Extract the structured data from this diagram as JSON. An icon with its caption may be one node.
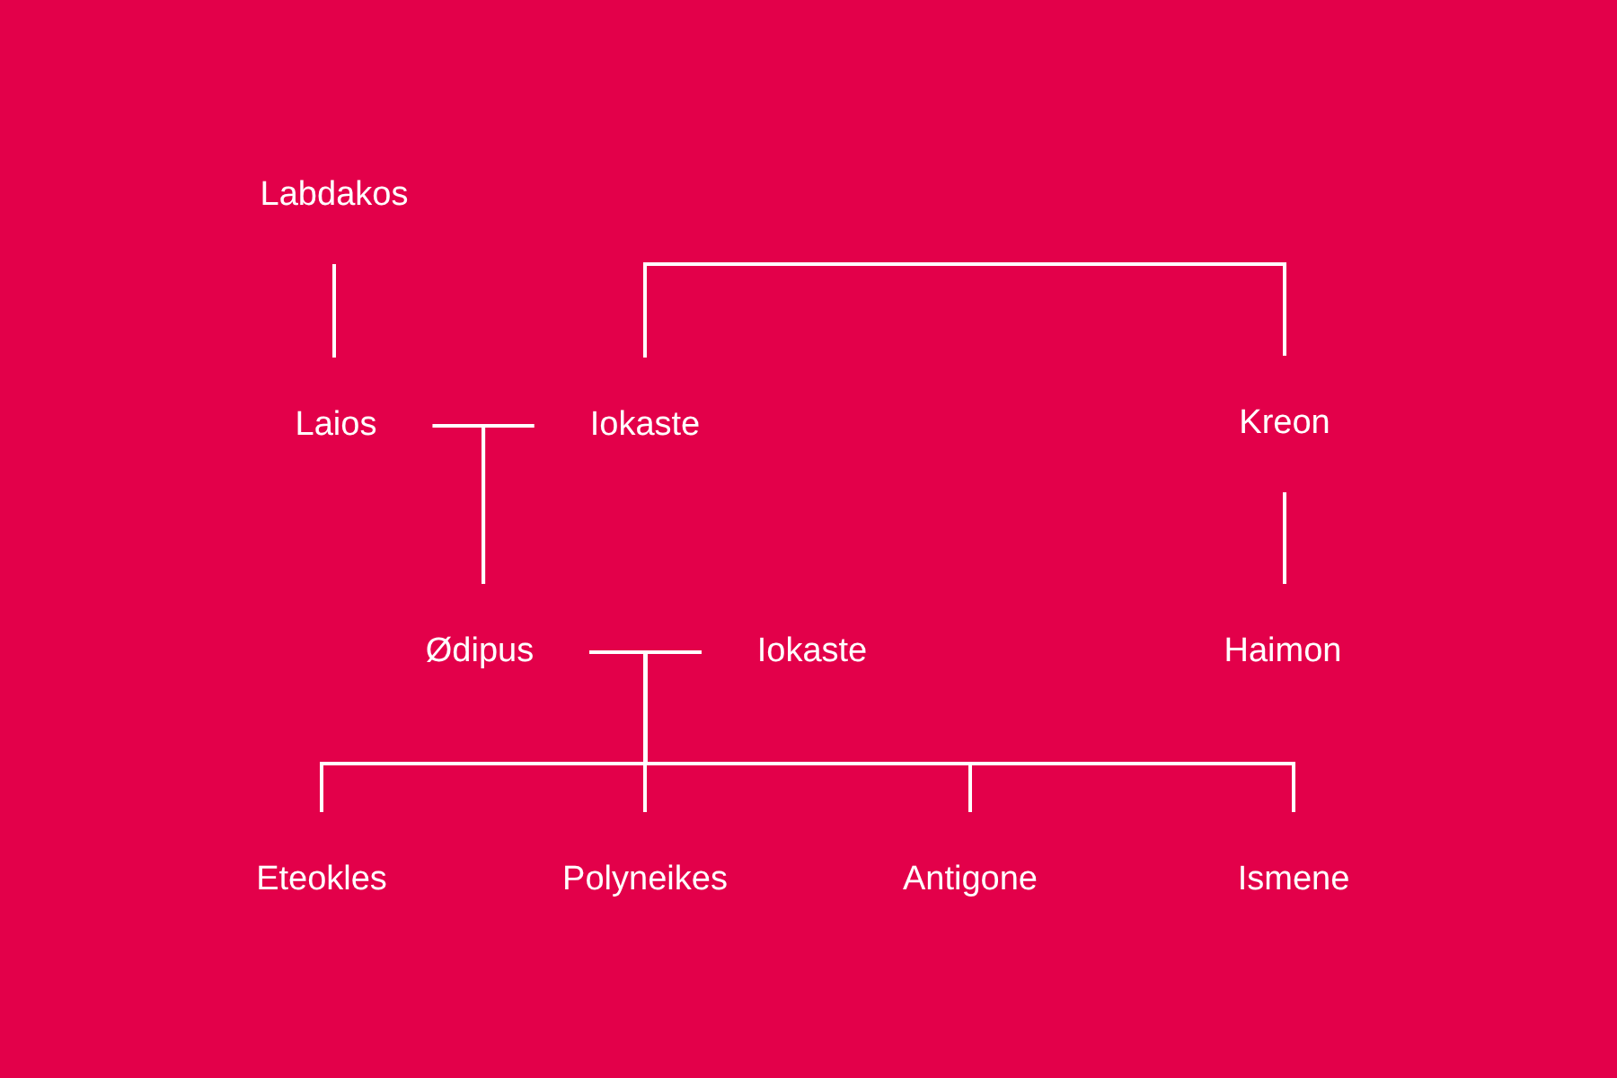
{
  "diagram": {
    "nodes": [
      {
        "text": [
          "Labdakos"
        ]
      },
      {
        "text": [
          "Laios"
        ]
      },
      {
        "text": [
          "Iokaste"
        ]
      },
      {
        "text": [
          "Kreon"
        ]
      },
      {
        "text": [
          "Ødipus"
        ]
      },
      {
        "text": [
          "Iokaste"
        ]
      },
      {
        "text": [
          "Haimon"
        ]
      },
      {
        "text": [
          "Eteokles"
        ]
      },
      {
        "text": [
          "Polyneikes"
        ]
      },
      {
        "text": [
          "Antigone"
        ]
      },
      {
        "text": [
          "Ismene"
        ]
      }
    ],
    "edges": [
      {
        "from": 0,
        "to": 1,
        "arrow": "none"
      },
      {
        "from": 2,
        "to": 3,
        "arrow": "none"
      },
      {
        "from": 1,
        "to": 4,
        "arrow": "none"
      },
      {
        "from": 2,
        "to": 4,
        "arrow": "none"
      },
      {
        "from": 3,
        "to": 6,
        "arrow": "none"
      },
      {
        "from": 4,
        "to": 7,
        "arrow": "none"
      },
      {
        "from": 4,
        "to": 8,
        "arrow": "none"
      },
      {
        "from": 4,
        "to": 9,
        "arrow": "none"
      },
      {
        "from": 4,
        "to": 10,
        "arrow": "none"
      },
      {
        "from": 5,
        "to": 7,
        "arrow": "none"
      },
      {
        "from": 5,
        "to": 8,
        "arrow": "none"
      },
      {
        "from": 5,
        "to": 9,
        "arrow": "none"
      },
      {
        "from": 5,
        "to": 10,
        "arrow": "none"
      }
    ]
  }
}
